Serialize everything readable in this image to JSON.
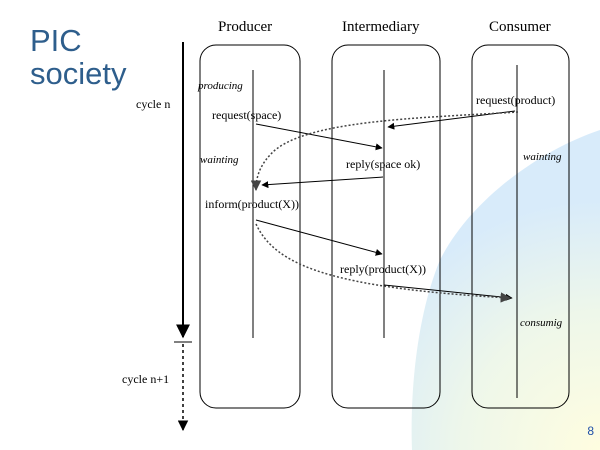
{
  "slide": {
    "title_line1": "PIC",
    "title_line2": "society",
    "page_number": "8"
  },
  "columns": {
    "producer": "Producer",
    "intermediary": "Intermediary",
    "consumer": "Consumer"
  },
  "timeline": {
    "cycle_n": "cycle n",
    "cycle_n1": "cycle n+1"
  },
  "states": {
    "producing": "producing",
    "wainting_producer": "wainting",
    "wainting_consumer": "wainting",
    "consuming": "consumig"
  },
  "messages": {
    "request_space": "request(space)",
    "request_product": "request(product)",
    "reply_space_ok": "reply(space ok)",
    "inform_product": "inform(product(X))",
    "reply_product": "reply(product(X))"
  },
  "colors": {
    "title": "#2e5e8c",
    "page_number": "#1f4fa8",
    "gradient_yellow": "#fffde0",
    "gradient_blue": "#d8ebfa"
  }
}
